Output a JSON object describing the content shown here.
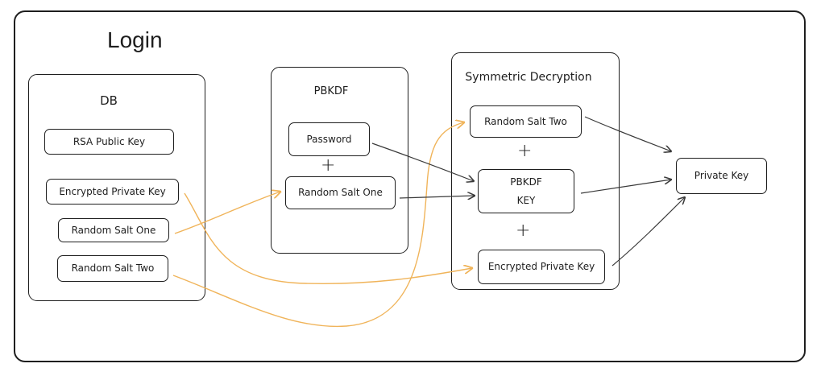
{
  "title": "Login",
  "groups": {
    "db": {
      "label": "DB"
    },
    "pbkdf": {
      "label": "PBKDF"
    },
    "symmetric": {
      "label": "Symmetric Decryption"
    }
  },
  "nodes": {
    "db_rsa_public_key": "RSA Public Key",
    "db_encrypted_private_key": "Encrypted Private Key",
    "db_random_salt_one": "Random Salt One",
    "db_random_salt_two": "Random Salt Two",
    "pbkdf_password": "Password",
    "pbkdf_random_salt_one": "Random Salt One",
    "sym_random_salt_two": "Random Salt Two",
    "sym_pbkdf_key_line1": "PBKDF",
    "sym_pbkdf_key_line2": "KEY",
    "sym_encrypted_private_key": "Encrypted Private Key",
    "private_key": "Private Key"
  },
  "operators": {
    "plus": "+"
  },
  "colors": {
    "stroke": "#1e1e1e",
    "accent_arrow": "#f0b45a",
    "dark_arrow": "#3a3a3a",
    "background": "#ffffff"
  },
  "edges": [
    {
      "from": "db_random_salt_one",
      "to": "pbkdf_random_salt_one",
      "color": "accent"
    },
    {
      "from": "db_encrypted_private_key",
      "to": "sym_encrypted_private_key",
      "color": "accent"
    },
    {
      "from": "db_random_salt_two",
      "to": "sym_random_salt_two",
      "color": "accent"
    },
    {
      "from": "pbkdf_password",
      "to": "sym_pbkdf_key",
      "color": "dark"
    },
    {
      "from": "pbkdf_random_salt_one",
      "to": "sym_pbkdf_key",
      "color": "dark"
    },
    {
      "from": "sym_random_salt_two",
      "to": "private_key",
      "color": "dark"
    },
    {
      "from": "sym_pbkdf_key",
      "to": "private_key",
      "color": "dark"
    },
    {
      "from": "sym_encrypted_private_key",
      "to": "private_key",
      "color": "dark"
    }
  ]
}
